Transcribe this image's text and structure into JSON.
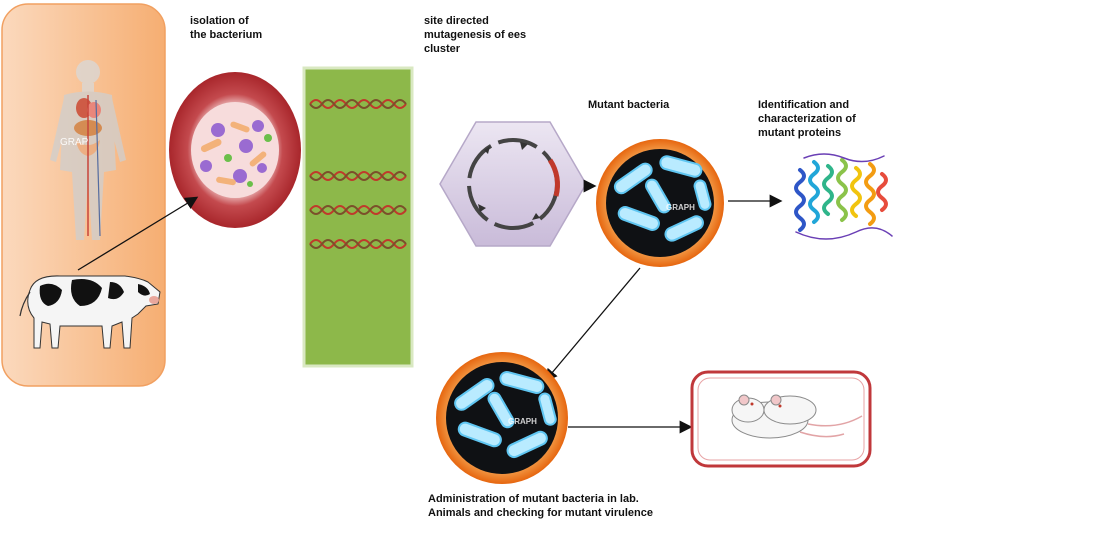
{
  "labels": {
    "isolation": "isolation of\nthe bacterium",
    "mutagenesis": "site directed\nmutagenesis of ees\ncluster",
    "mutant_bacteria": "Mutant bacteria",
    "identification": "Identification and\ncharacterization of\nmutant proteins",
    "administration": "Administration of mutant bacteria in lab.\nAnimals and checking for mutant virulence"
  },
  "watermarks": {
    "human": "GRAP",
    "bacteria": "GRAPH"
  },
  "colors": {
    "source_panel": "#f9c9a3",
    "petri_dish": "#b8393d",
    "dna_panel": "#8db84a",
    "plasmid_panel": "#d9cfe6",
    "bacteria_ring": "#f07a1e",
    "mouse_frame": "#c0383b"
  }
}
